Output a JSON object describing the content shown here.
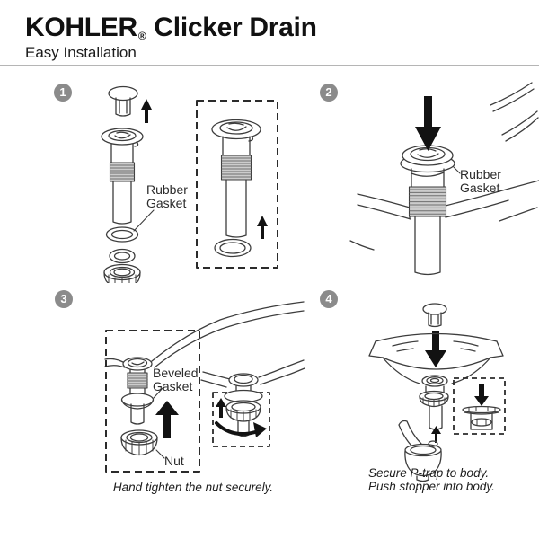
{
  "header": {
    "brand": "KOHLER",
    "registered_mark": "®",
    "product_name": "Clicker Drain",
    "subtitle": "Easy Installation"
  },
  "steps": {
    "step1": {
      "number": "1",
      "gasket_label_line1": "Rubber",
      "gasket_label_line2": "Gasket"
    },
    "step2": {
      "number": "2",
      "gasket_label_line1": "Rubber",
      "gasket_label_line2": "Gasket"
    },
    "step3": {
      "number": "3",
      "gasket_label_line1": "Beveled",
      "gasket_label_line2": "Gasket",
      "nut_label": "Nut",
      "caption": "Hand tighten the nut securely."
    },
    "step4": {
      "number": "4",
      "caption_line1": "Secure P-trap to body.",
      "caption_line2": "Push stopper into body."
    }
  },
  "colors": {
    "line_art": "#3d3d3d",
    "solid_arrow": "#121212",
    "step_badge": "#8b8b8b",
    "thread_fill": "#cccccc",
    "divider": "#b5b5b5"
  }
}
